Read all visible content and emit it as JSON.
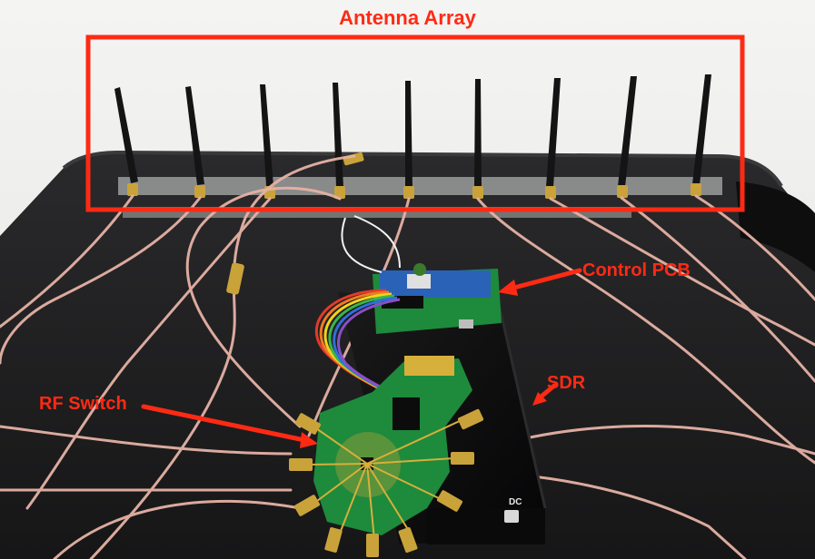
{
  "labels": {
    "antenna_array": "Antenna Array",
    "control_pcb": "Control PCB",
    "sdr": "SDR",
    "rf_switch": "RF Switch",
    "dc_port": "DC"
  },
  "colors": {
    "annotation": "#ff2a14",
    "tray": "#1c1c1e",
    "pcb_green": "#1e8a3c",
    "cable": "#e8b4a8",
    "antenna": "#141414",
    "brass": "#c9a23a",
    "enclosure": "#0c0c0d",
    "wall": "#eeeeec"
  },
  "counts": {
    "antennas": 9
  }
}
